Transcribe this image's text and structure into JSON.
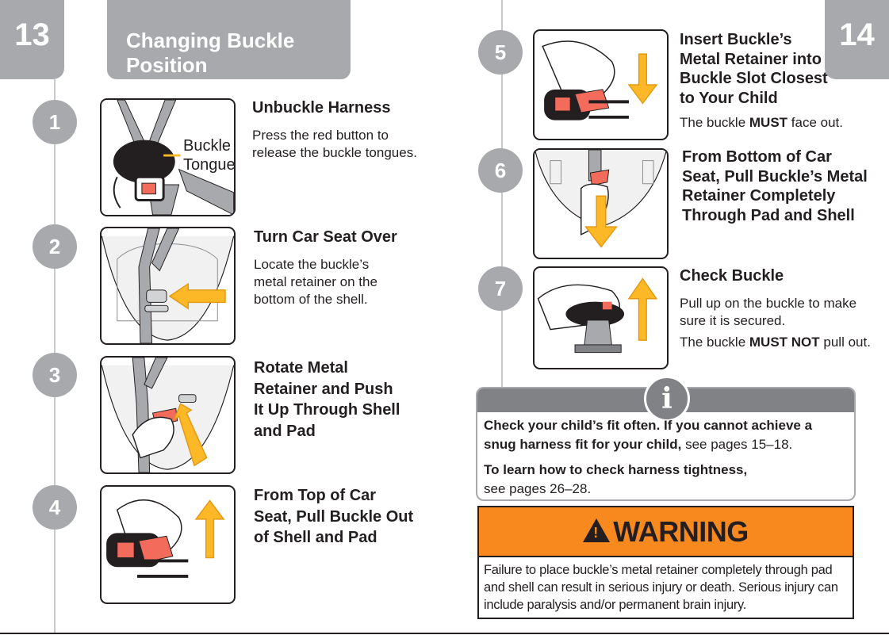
{
  "left_page": {
    "page_number": "13",
    "section_title": "Changing Buckle Position"
  },
  "right_page": {
    "page_number": "14"
  },
  "steps": [
    {
      "number": "1",
      "title": [
        "Unbuckle Harness"
      ],
      "body": [
        "Press the red button to",
        "release the buckle tongues."
      ],
      "callout": [
        "Buckle",
        "Tongue"
      ]
    },
    {
      "number": "2",
      "title": [
        "Turn Car Seat Over"
      ],
      "body": [
        "Locate the buckle’s",
        "metal retainer on the",
        "bottom of the shell."
      ]
    },
    {
      "number": "3",
      "title": [
        "Rotate Metal",
        "Retainer and Push",
        "It Up Through Shell",
        "and Pad"
      ]
    },
    {
      "number": "4",
      "title": [
        "From Top of Car",
        "Seat, Pull Buckle Out",
        "of Shell and Pad"
      ]
    },
    {
      "number": "5",
      "title": [
        "Insert Buckle’s",
        "Metal Retainer into",
        "Buckle Slot Closest",
        "to Your Child"
      ],
      "body_prefix": "The buckle ",
      "body_bold": "MUST",
      "body_suffix": " face out."
    },
    {
      "number": "6",
      "title": [
        "From Bottom of Car",
        "Seat, Pull Buckle’s Metal",
        "Retainer Completely",
        "Through Pad and Shell"
      ]
    },
    {
      "number": "7",
      "title": [
        "Check Buckle"
      ],
      "body": [
        "Pull up on the buckle to make",
        "sure it is secured."
      ],
      "body2_prefix": "The buckle ",
      "body2_bold": "MUST NOT",
      "body2_suffix": " pull out."
    }
  ],
  "info": {
    "icon": "info-icon",
    "line1_bold": "Check your child’s fit often. If you cannot achieve a",
    "line2_bold": "snug harness fit for your child,",
    "line2_normal": " see pages 15–18.",
    "line3_bold": "To learn how to check harness tightness,",
    "line4_normal": "see pages 26–28."
  },
  "warning": {
    "heading": "WARNING",
    "text": "Failure to place buckle’s metal retainer completely through pad and shell can result in serious injury or death. Serious injury can include paralysis and/or permanent brain injury."
  },
  "colors": {
    "tab_gray": "#a7a9ac",
    "arrow_yellow": "#fdb827",
    "buckle_red": "#f26b5b",
    "warning_orange": "#f7891f"
  }
}
